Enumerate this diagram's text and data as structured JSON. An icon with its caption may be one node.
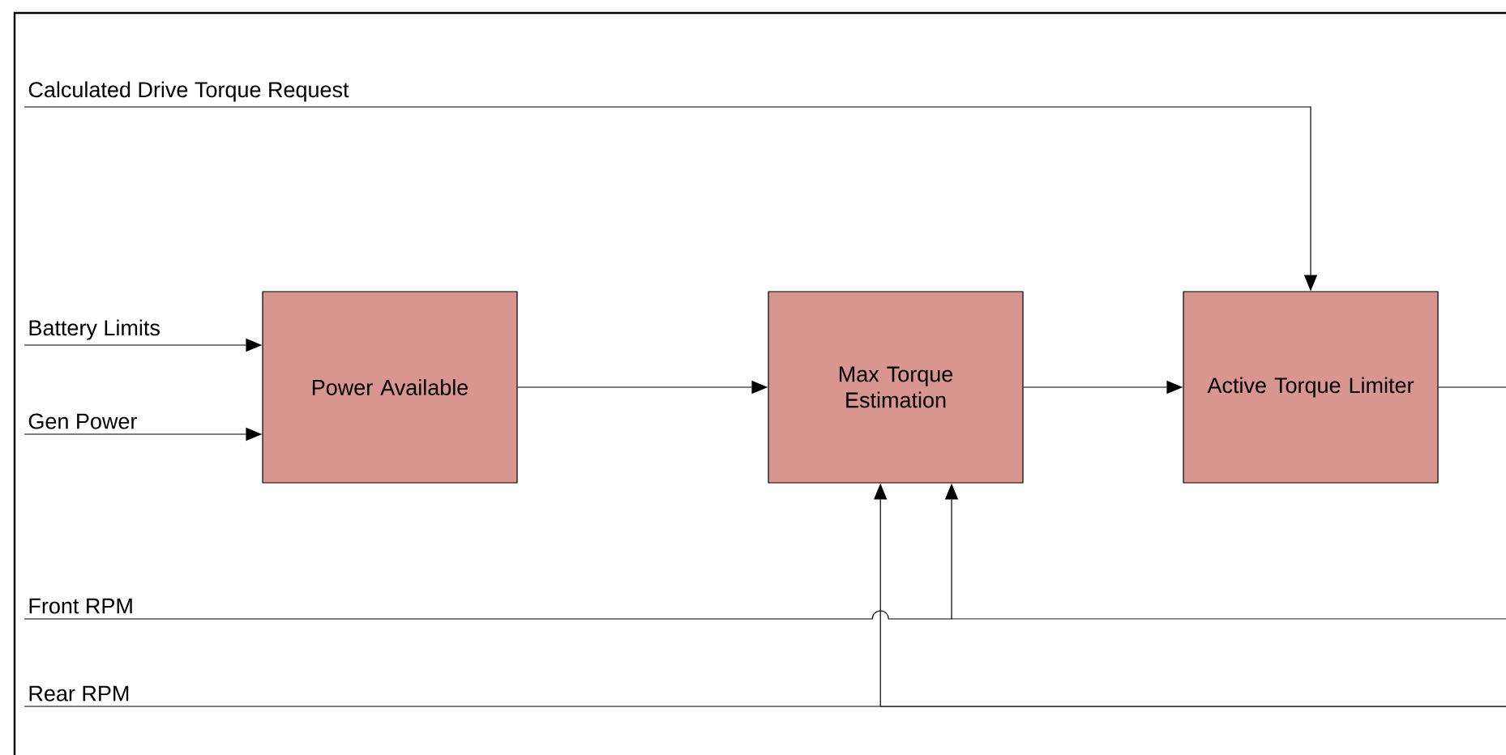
{
  "diagram": {
    "nodes": [
      {
        "text": [
          "Calculated Drive Torque Request"
        ]
      },
      {
        "text": [
          "Battery Limits"
        ]
      },
      {
        "text": [
          "Gen Power"
        ]
      },
      {
        "text": [
          "Power Available"
        ]
      },
      {
        "text": [
          "Max Torque Estimation"
        ]
      },
      {
        "text": [
          "Active Torque Limiter"
        ]
      },
      {
        "text": [
          "Front RPM"
        ]
      },
      {
        "text": [
          "Rear RPM"
        ]
      }
    ],
    "edges": [
      {
        "from": 0,
        "to": 5,
        "arrow": "to"
      },
      {
        "from": 1,
        "to": 3,
        "arrow": "to"
      },
      {
        "from": 2,
        "to": 3,
        "arrow": "to"
      },
      {
        "from": 3,
        "to": 4,
        "arrow": "to"
      },
      {
        "from": 4,
        "to": 5,
        "arrow": "to"
      },
      {
        "from": 5,
        "to": null,
        "arrow": "none"
      },
      {
        "from": 6,
        "to": 4,
        "arrow": "to"
      },
      {
        "from": 7,
        "to": 4,
        "arrow": "to"
      }
    ]
  }
}
